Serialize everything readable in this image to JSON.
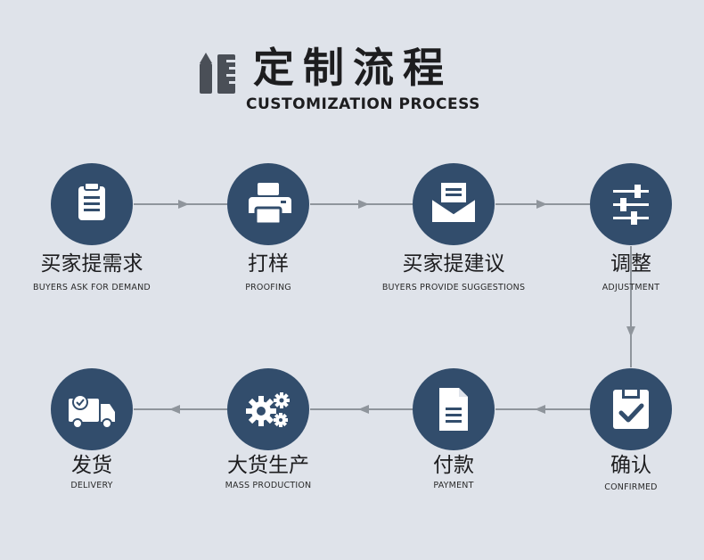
{
  "title": {
    "zh": "定制流程",
    "en": "CUSTOMIZATION PROCESS"
  },
  "steps": [
    {
      "zh": "买家提需求",
      "en": "BUYERS ASK FOR DEMAND",
      "icon": "clipboard-icon"
    },
    {
      "zh": "打样",
      "en": "PROOFING",
      "icon": "printer-icon"
    },
    {
      "zh": "买家提建议",
      "en": "BUYERS PROVIDE SUGGESTIONS",
      "icon": "envelope-icon"
    },
    {
      "zh": "调整",
      "en": "ADJUSTMENT",
      "icon": "sliders-icon"
    },
    {
      "zh": "确认",
      "en": "CONFIRMED",
      "icon": "check-document-icon"
    },
    {
      "zh": "付款",
      "en": "PAYMENT",
      "icon": "invoice-icon"
    },
    {
      "zh": "大货生产",
      "en": "MASS PRODUCTION",
      "icon": "gears-icon"
    },
    {
      "zh": "发货",
      "en": "DELIVERY",
      "icon": "truck-icon"
    }
  ],
  "colors": {
    "background": "#dfe3ea",
    "circle": "#324d6c",
    "connector": "#8f959c",
    "text": "#1d1d1f"
  }
}
